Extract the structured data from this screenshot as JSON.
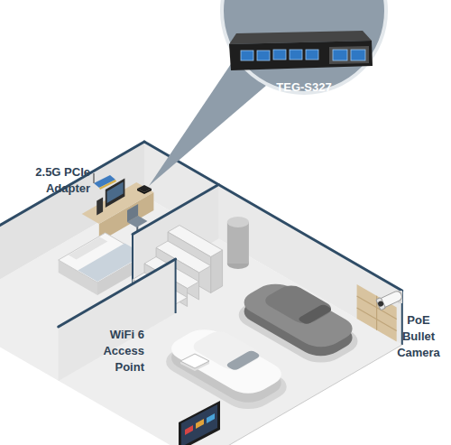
{
  "diagram": {
    "nodes": [
      {
        "text": [
          "TEG-S327"
        ]
      }
    ],
    "labels": [
      "2.5G PCIe Adapter",
      "WiFi 6 Access Point",
      "PoE Bullet Camera"
    ]
  }
}
